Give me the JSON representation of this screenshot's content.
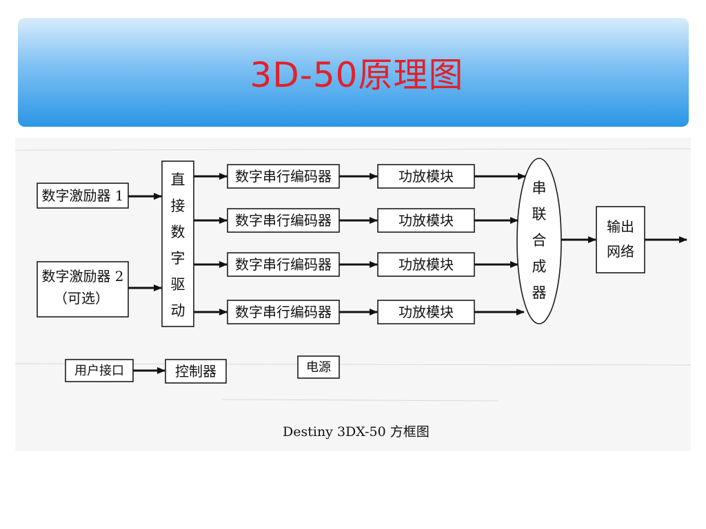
{
  "title": "3D-50原理图",
  "diagram": {
    "exciter1": "数字激励器 1",
    "exciter2_line1": "数字激励器 2",
    "exciter2_line2": "（可选）",
    "direct_digital_drive": [
      "直",
      "接",
      "数",
      "字",
      "驱",
      "动"
    ],
    "encoders": [
      "数字串行编码器",
      "数字串行编码器",
      "数字串行编码器",
      "数字串行编码器"
    ],
    "amplifiers": [
      "功放模块",
      "功放模块",
      "功放模块",
      "功放模块"
    ],
    "combiner": [
      "串",
      "联",
      "合",
      "成",
      "器"
    ],
    "output_line1": "输出",
    "output_line2": "网络",
    "user_interface": "用户接口",
    "controller": "控制器",
    "power_supply": "电源",
    "caption": "Destiny  3DX-50 方框图"
  },
  "colors": {
    "title_text": "#e3202a",
    "banner_top": "#d8ecfb",
    "banner_bottom": "#2b96e6"
  }
}
